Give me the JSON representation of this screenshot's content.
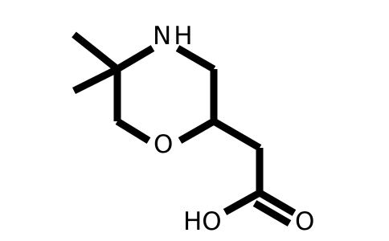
{
  "molecule": {
    "atoms": {
      "nh": "N H",
      "o_ring": "O",
      "oh": "HO",
      "o_carbonyl": "O"
    }
  },
  "colors": {
    "bond": "#000000",
    "label": "#000000",
    "background": "#ffffff"
  }
}
